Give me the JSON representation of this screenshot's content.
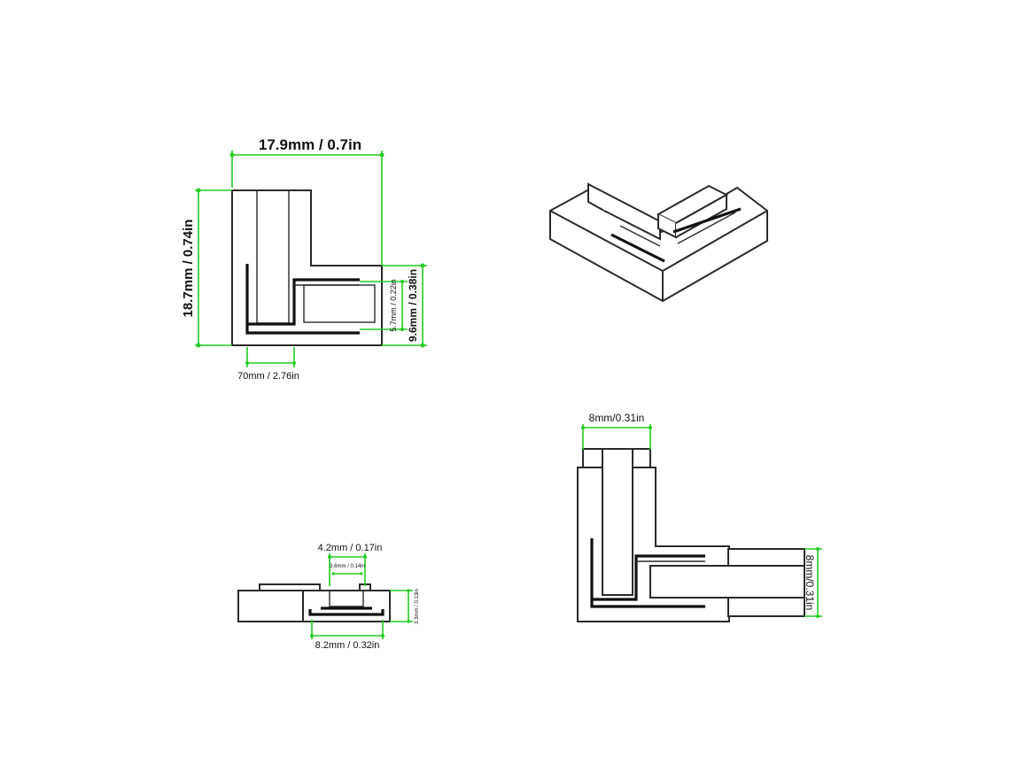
{
  "colors": {
    "dimension_line": "#22cc22",
    "outline": "#2a2a2a",
    "background": "#ffffff"
  },
  "top_view": {
    "width_label": "17.9mm / 0.7in",
    "height_label": "18.7mm / 0.74in",
    "arm_height_label": "9.6mm / 0.38in",
    "slot_height_label": "5.7mm / 0.22in",
    "bottom_label": "70mm / 2.76in"
  },
  "front_view": {
    "top_label": "4.2mm / 0.17in",
    "slot_label": "3.6mm / 0.14in",
    "height_label": "3.3mm / 0.13in",
    "bottom_label": "8.2mm / 0.32in"
  },
  "assembly_view": {
    "top_label": "8mm/0.31in",
    "side_label": "8mm/0.31in"
  }
}
